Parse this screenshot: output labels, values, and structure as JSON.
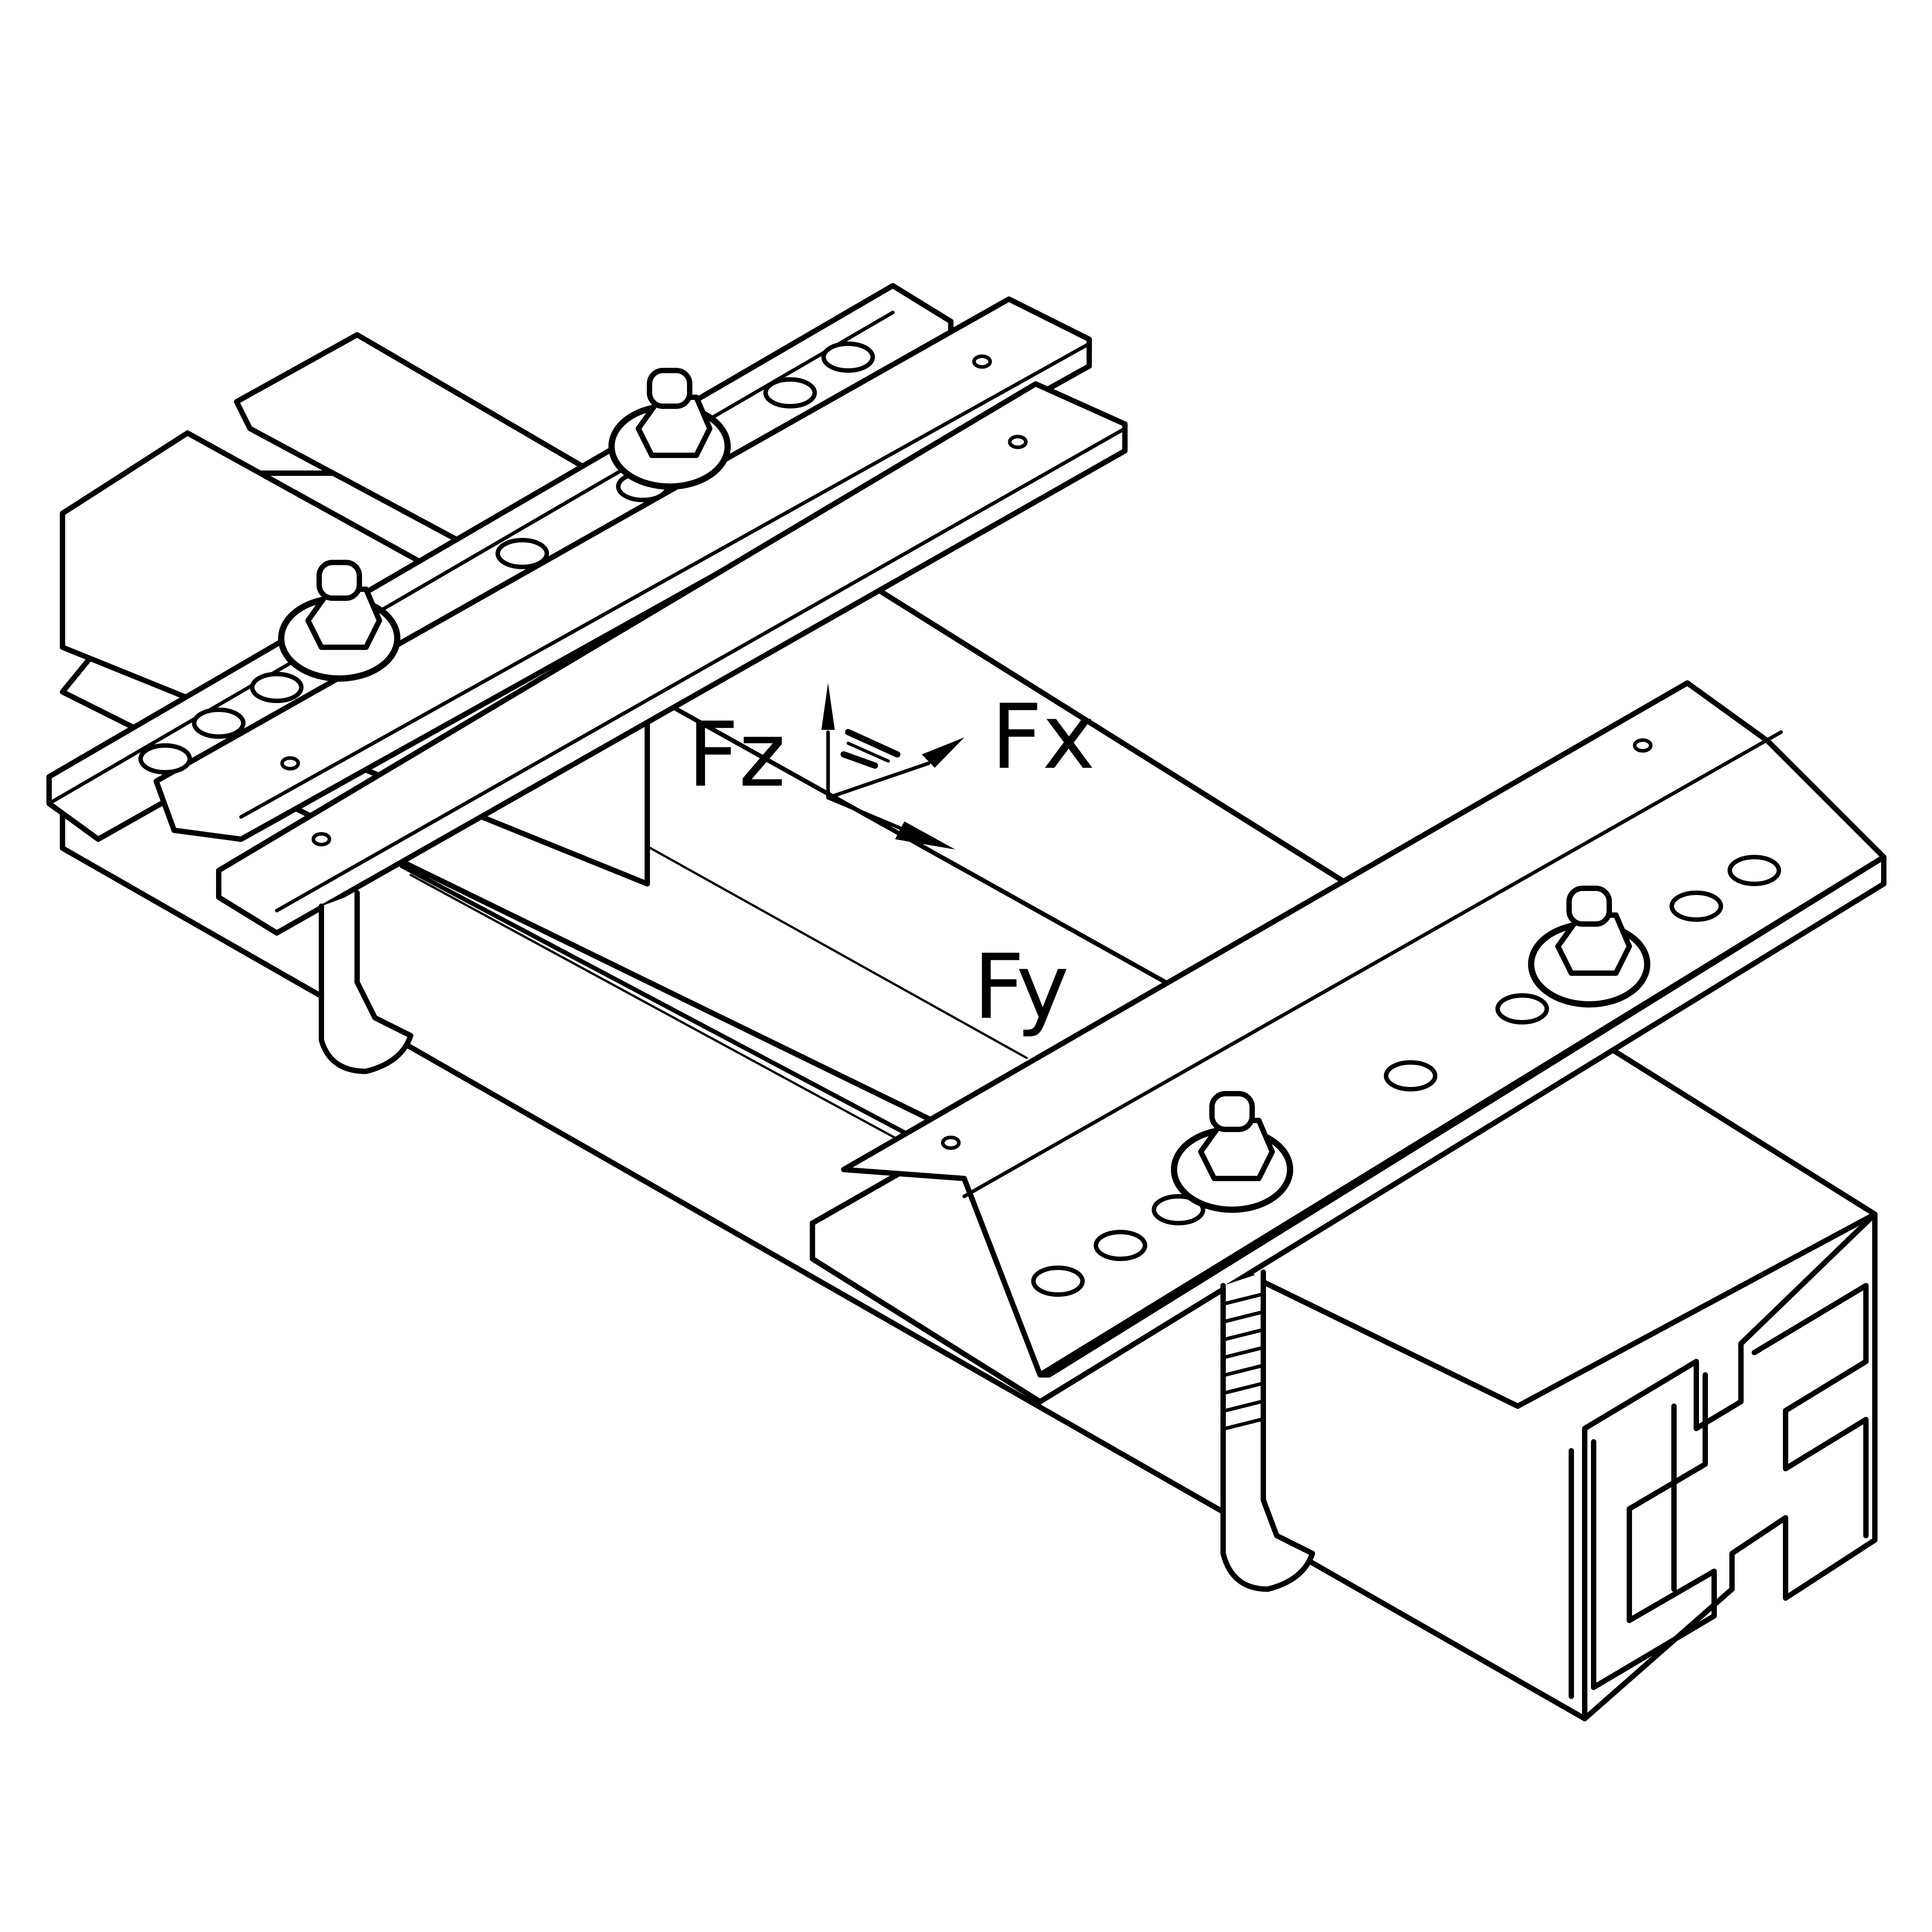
{
  "diagram": {
    "type": "isometric technical drawing",
    "subject": "double C-profile rail with two clamp bracket plates, bolts, nuts and washers",
    "colors": {
      "line": "#000000",
      "background": "#ffffff"
    },
    "axes": {
      "fz": {
        "label": "Fz"
      },
      "fx": {
        "label": "Fx"
      },
      "fy": {
        "label": "Fy"
      }
    }
  }
}
